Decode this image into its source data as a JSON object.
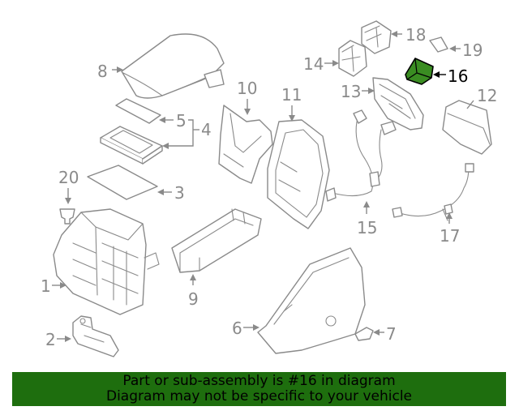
{
  "diagram": {
    "highlighted_part": "16",
    "callouts": [
      {
        "id": "p1",
        "label": "1"
      },
      {
        "id": "p2",
        "label": "2"
      },
      {
        "id": "p3",
        "label": "3"
      },
      {
        "id": "p4",
        "label": "4"
      },
      {
        "id": "p5",
        "label": "5"
      },
      {
        "id": "p6",
        "label": "6"
      },
      {
        "id": "p7",
        "label": "7"
      },
      {
        "id": "p8",
        "label": "8"
      },
      {
        "id": "p9",
        "label": "9"
      },
      {
        "id": "p10",
        "label": "10"
      },
      {
        "id": "p11",
        "label": "11"
      },
      {
        "id": "p12",
        "label": "12"
      },
      {
        "id": "p13",
        "label": "13"
      },
      {
        "id": "p14",
        "label": "14"
      },
      {
        "id": "p15",
        "label": "15"
      },
      {
        "id": "p16",
        "label": "16"
      },
      {
        "id": "p17",
        "label": "17"
      },
      {
        "id": "p18",
        "label": "18"
      },
      {
        "id": "p19",
        "label": "19"
      },
      {
        "id": "p20",
        "label": "20"
      }
    ],
    "colors": {
      "line": "#8a8a8a",
      "highlight_part": "#3a8d22",
      "banner": "#1e6e0e"
    }
  },
  "banner": {
    "line1": "Part or sub-assembly is #16 in diagram",
    "line2": "Diagram may not be specific to your vehicle"
  }
}
